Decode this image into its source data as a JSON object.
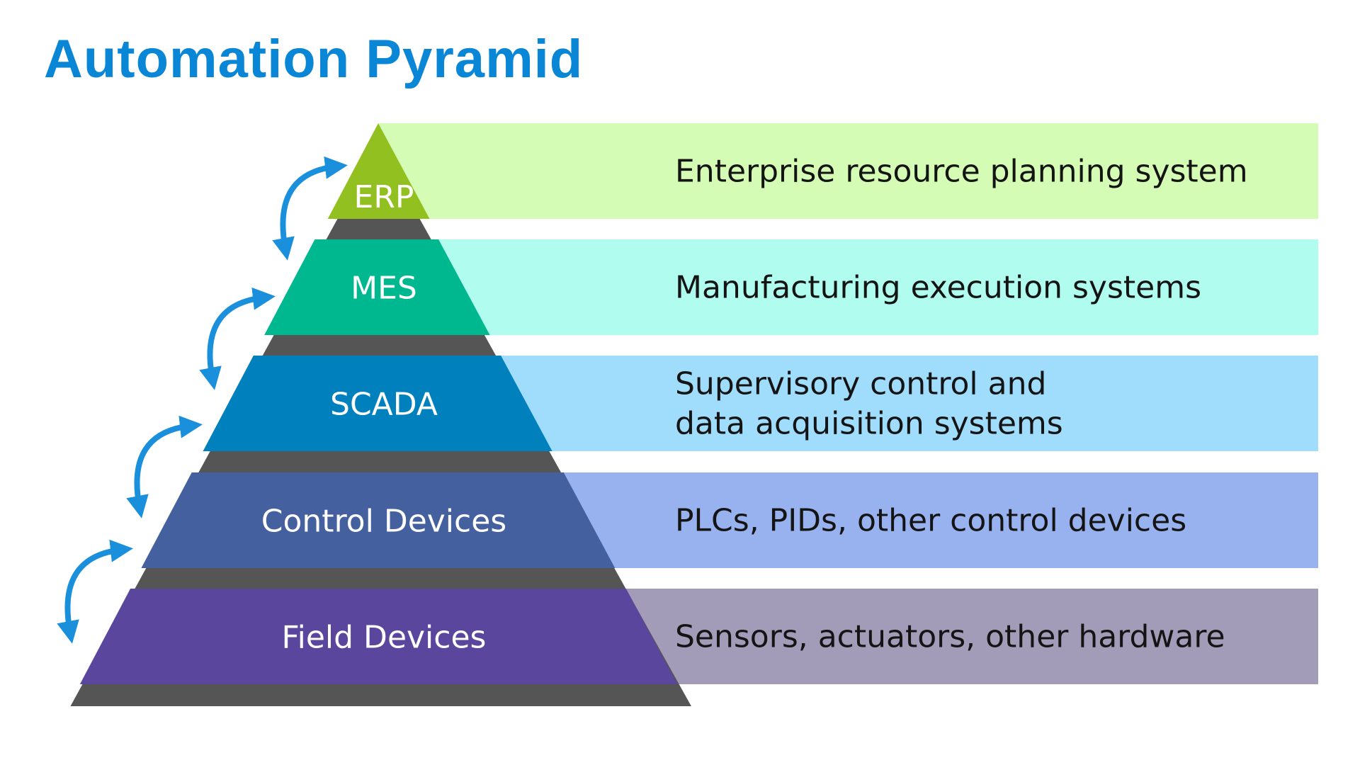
{
  "title": "Automation Pyramid",
  "levels": [
    {
      "label": "ERP",
      "description": [
        "Enterprise resource planning system"
      ],
      "band_color": "#92c020",
      "panel_color": "#d4fcb4"
    },
    {
      "label": "MES",
      "description": [
        "Manufacturing execution systems"
      ],
      "band_color": "#00b890",
      "panel_color": "#b0fcef"
    },
    {
      "label": "SCADA",
      "description": [
        "Supervisory control and",
        "data acquisition systems"
      ],
      "band_color": "#0080bc",
      "panel_color": "#a0dcfc"
    },
    {
      "label": "Control Devices",
      "description": [
        "PLCs, PIDs, other control devices"
      ],
      "band_color": "#44609e",
      "panel_color": "#98b2f0"
    },
    {
      "label": "Field Devices",
      "description": [
        "Sensors, actuators, other hardware"
      ],
      "band_color": "#5a469c",
      "panel_color": "#a39cb8"
    }
  ],
  "arrow_icon": "double-curved-arrow-icon",
  "arrow_color": "#1a90dd",
  "shadow_color": "#555555"
}
